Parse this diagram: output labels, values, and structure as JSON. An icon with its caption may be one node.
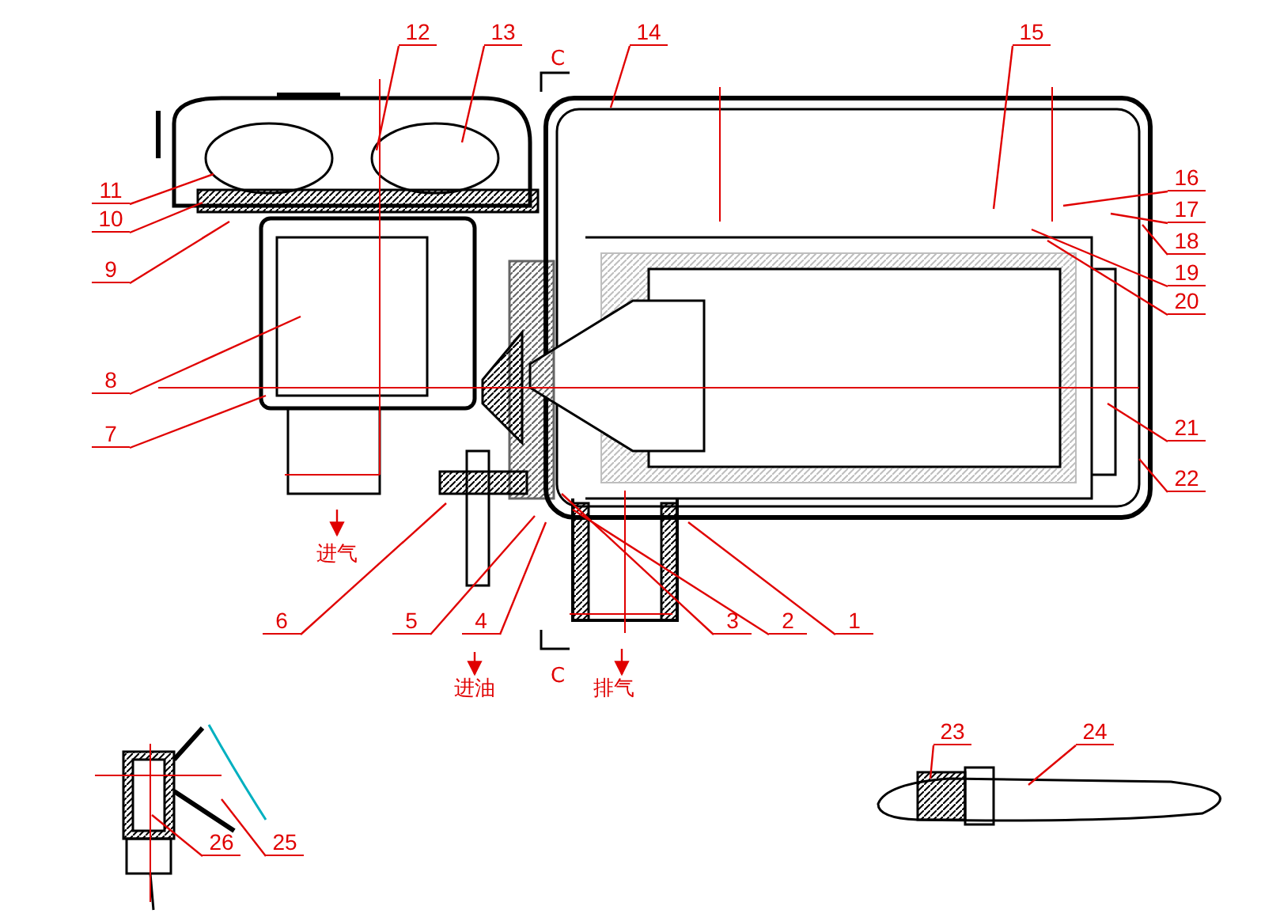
{
  "diagram": {
    "nodes": [
      {
        "text": [
          "1"
        ]
      },
      {
        "text": [
          "2"
        ]
      },
      {
        "text": [
          "3"
        ]
      },
      {
        "text": [
          "4"
        ]
      },
      {
        "text": [
          "5"
        ]
      },
      {
        "text": [
          "6"
        ]
      },
      {
        "text": [
          "7"
        ]
      },
      {
        "text": [
          "8"
        ]
      },
      {
        "text": [
          "9"
        ]
      },
      {
        "text": [
          "10"
        ]
      },
      {
        "text": [
          "11"
        ]
      },
      {
        "text": [
          "12"
        ]
      },
      {
        "text": [
          "13"
        ]
      },
      {
        "text": [
          "14"
        ]
      },
      {
        "text": [
          "15"
        ]
      },
      {
        "text": [
          "16"
        ]
      },
      {
        "text": [
          "17"
        ]
      },
      {
        "text": [
          "18"
        ]
      },
      {
        "text": [
          "19"
        ]
      },
      {
        "text": [
          "20"
        ]
      },
      {
        "text": [
          "21"
        ]
      },
      {
        "text": [
          "22"
        ]
      },
      {
        "text": [
          "23"
        ]
      },
      {
        "text": [
          "24"
        ]
      },
      {
        "text": [
          "25"
        ]
      },
      {
        "text": [
          "26"
        ]
      }
    ],
    "edges": [
      {
        "from": 0,
        "to": null,
        "arrow": "none"
      },
      {
        "from": 1,
        "to": null,
        "arrow": "none"
      },
      {
        "from": 2,
        "to": null,
        "arrow": "none"
      },
      {
        "from": 3,
        "to": null,
        "arrow": "none"
      },
      {
        "from": 4,
        "to": null,
        "arrow": "none"
      },
      {
        "from": 5,
        "to": null,
        "arrow": "none"
      },
      {
        "from": 6,
        "to": null,
        "arrow": "none"
      },
      {
        "from": 7,
        "to": null,
        "arrow": "none"
      },
      {
        "from": 8,
        "to": null,
        "arrow": "none"
      },
      {
        "from": 9,
        "to": null,
        "arrow": "none"
      },
      {
        "from": 10,
        "to": null,
        "arrow": "none"
      },
      {
        "from": 11,
        "to": null,
        "arrow": "none"
      },
      {
        "from": 12,
        "to": null,
        "arrow": "none"
      },
      {
        "from": 13,
        "to": null,
        "arrow": "none"
      },
      {
        "from": 14,
        "to": null,
        "arrow": "none"
      },
      {
        "from": 15,
        "to": null,
        "arrow": "none"
      },
      {
        "from": 16,
        "to": null,
        "arrow": "none"
      },
      {
        "from": 17,
        "to": null,
        "arrow": "none"
      },
      {
        "from": 18,
        "to": null,
        "arrow": "none"
      },
      {
        "from": 19,
        "to": null,
        "arrow": "none"
      },
      {
        "from": 20,
        "to": null,
        "arrow": "none"
      },
      {
        "from": 21,
        "to": null,
        "arrow": "none"
      },
      {
        "from": 22,
        "to": null,
        "arrow": "none"
      },
      {
        "from": 23,
        "to": null,
        "arrow": "none"
      },
      {
        "from": 24,
        "to": null,
        "arrow": "none"
      },
      {
        "from": 25,
        "to": null,
        "arrow": "none"
      }
    ],
    "labels": [
      "C",
      "进气",
      "进油",
      "排气",
      "C"
    ]
  }
}
